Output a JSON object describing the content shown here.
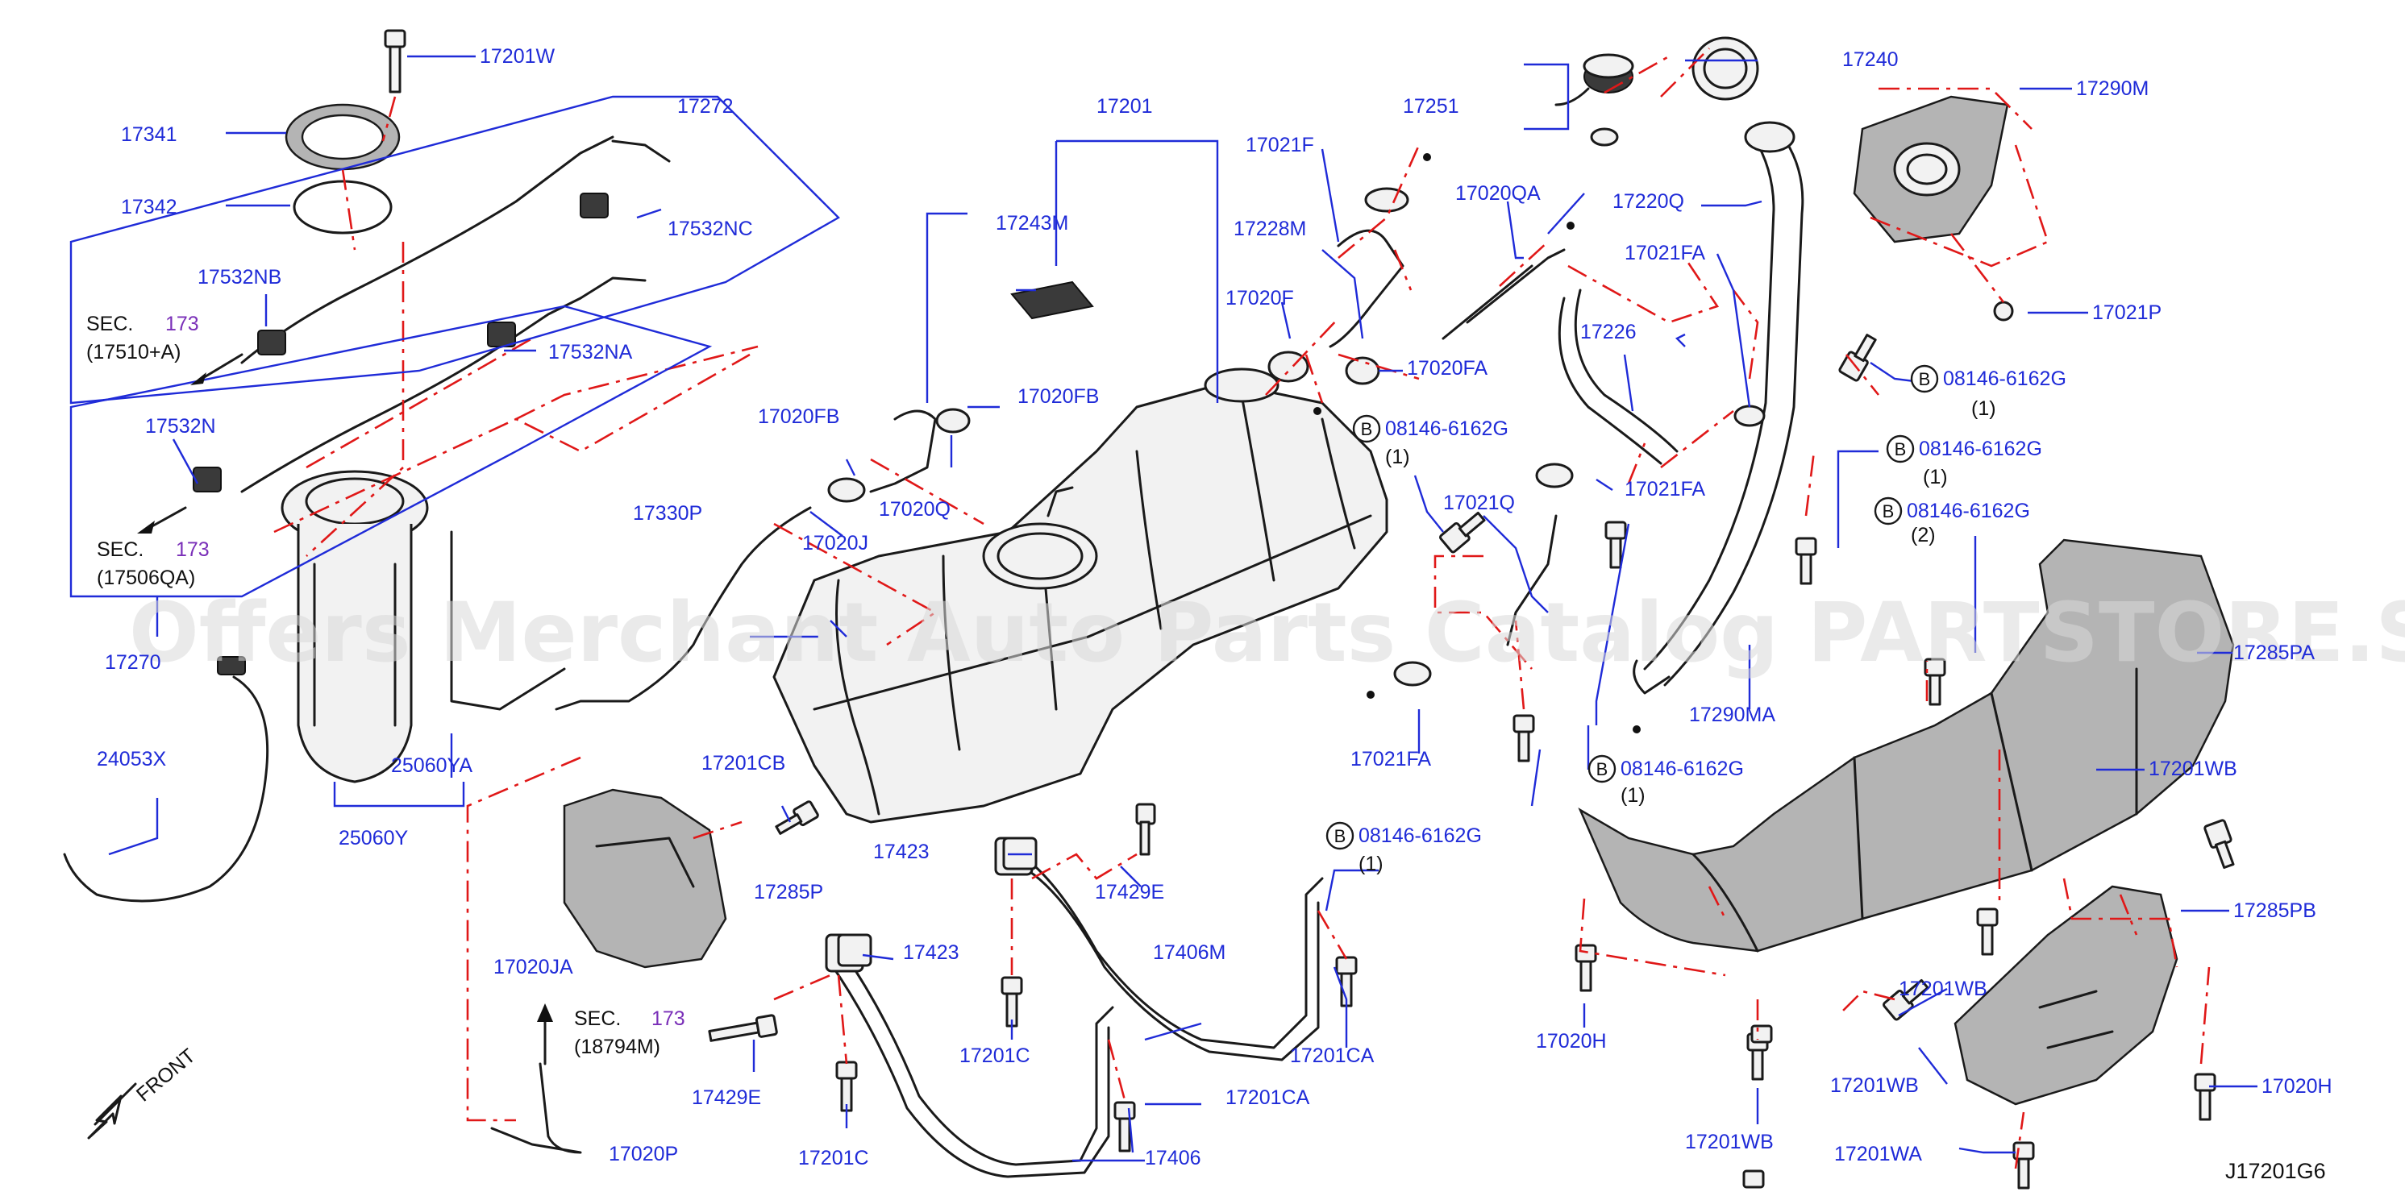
{
  "watermark": "Offers Merchant Auto Parts Catalog PARTSTORE.SA",
  "diagram_code": "J17201G6",
  "front_label": "FRONT",
  "sec_references": [
    {
      "prefix": "SEC.",
      "number": "173",
      "sub": "(17510+A)"
    },
    {
      "prefix": "SEC.",
      "number": "173",
      "sub": "(17506QA)"
    },
    {
      "prefix": "SEC.",
      "number": "173",
      "sub": "(18794M)"
    }
  ],
  "bolt_badge": "B",
  "labels": [
    "17201W",
    "17341",
    "17342",
    "17272",
    "17532NC",
    "17532NB",
    "17532NA",
    "17532N",
    "17270",
    "24053X",
    "25060YA",
    "25060Y",
    "17330P",
    "17020J",
    "17201CB",
    "17285P",
    "17020JA",
    "17020P",
    "17429E",
    "17423",
    "17423",
    "17429E",
    "17201C",
    "17201C",
    "17406M",
    "17201CA",
    "17201CA",
    "17406",
    "17201",
    "17243M",
    "17020FB",
    "17020FB",
    "17020Q",
    "17021F",
    "17228M",
    "17020F",
    "17020FA",
    "17251",
    "17020QA",
    "08146-6162G",
    "(1)",
    "17021Q",
    "17021FA",
    "17021FA",
    "08146-6162G",
    "(1)",
    "17240",
    "17220Q",
    "17226",
    "17021FA",
    "17290M",
    "17021P",
    "08146-6162G",
    "(1)",
    "08146-6162G",
    "(1)",
    "08146-6162G",
    "(2)",
    "17290MA",
    "17285PA",
    "08146-6162G",
    "(1)",
    "17201WB",
    "17201WB",
    "17201WB",
    "17201WB",
    "17285PB",
    "17020H",
    "17020H",
    "17201WA"
  ]
}
